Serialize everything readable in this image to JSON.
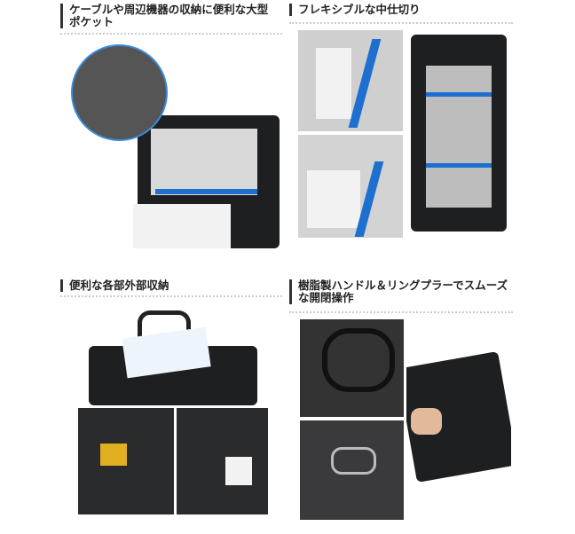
{
  "sections": [
    {
      "title": "ケーブルや周辺機器の収納に便利な大型ポケット"
    },
    {
      "title": "フレキシブルな中仕切り"
    },
    {
      "title": "便利な各部外部収納"
    },
    {
      "title": "樹脂製ハンドル＆リングプラーでスムーズな開閉操作"
    }
  ],
  "colors": {
    "accent": "#1e6fd0",
    "bag": "#1e1f21"
  }
}
